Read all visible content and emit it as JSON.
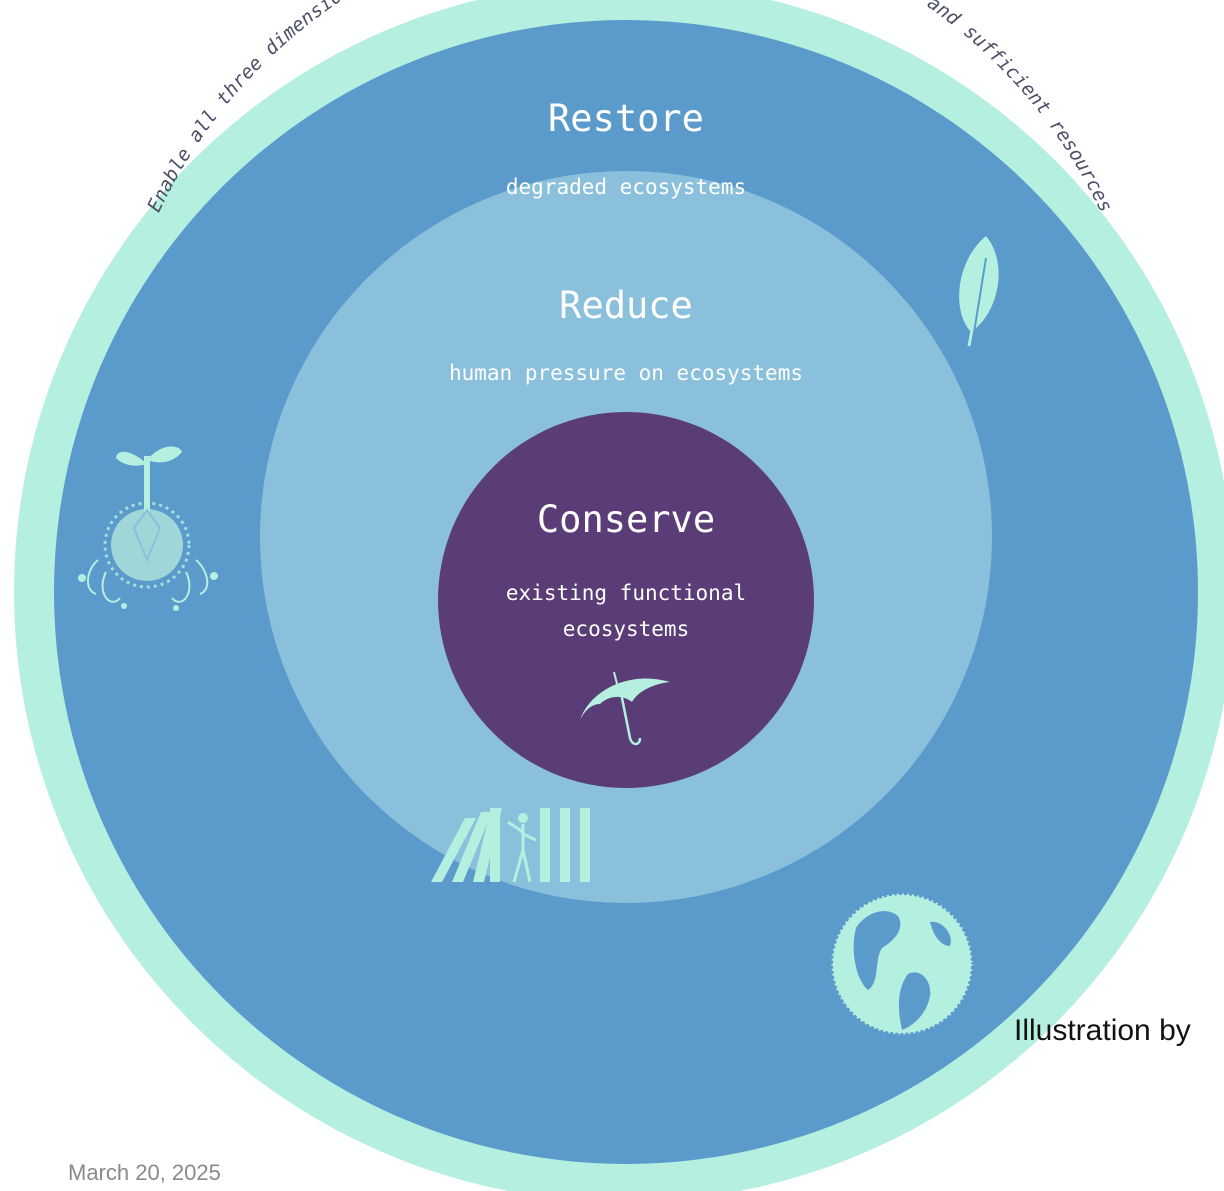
{
  "rings": {
    "outer_band_text": "Enable all three dimensions through education, capacity building, recognition, and sufficient resources",
    "restore": {
      "title": "Restore",
      "subtitle": "degraded ecosystems"
    },
    "reduce": {
      "title": "Reduce",
      "subtitle": "human pressure on ecosystems"
    },
    "conserve": {
      "title": "Conserve",
      "subtitle_line1": "existing functional",
      "subtitle_line2": "ecosystems"
    }
  },
  "icons": [
    "leaf-icon",
    "sprout-globe-icon",
    "umbrella-icon",
    "falling-dominoes-icon",
    "earth-globe-icon"
  ],
  "colors": {
    "outer_band": "#b4efe0",
    "restore_ring": "#5b9bcc",
    "reduce_ring": "#8ac0dc",
    "conserve_core": "#5a3d77",
    "text": "#ffffff",
    "icon": "#b4efe0"
  },
  "footer": {
    "credit": "Illustration by",
    "date": "March 20, 2025"
  }
}
